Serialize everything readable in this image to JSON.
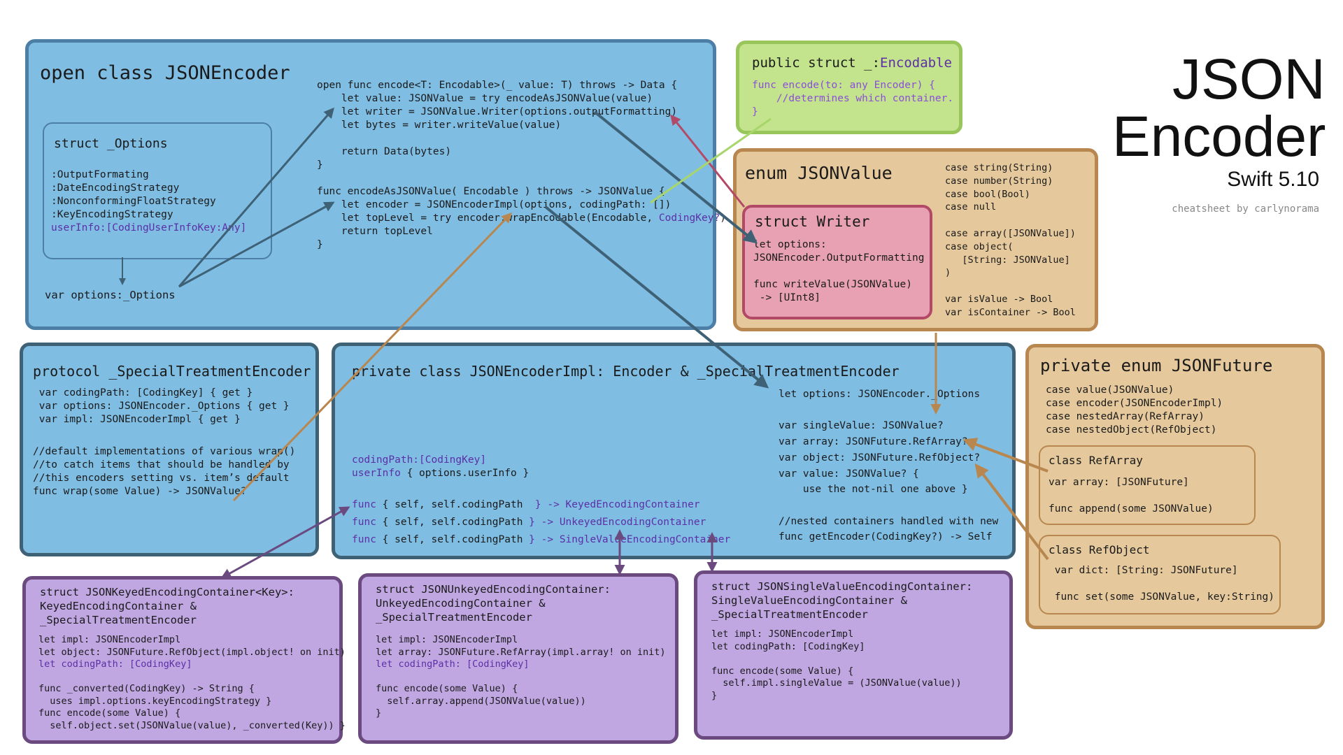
{
  "header": {
    "title_line1": "JSON",
    "title_line2": "Encoder",
    "version": "Swift 5.10",
    "credit": "cheatsheet by carlynorama"
  },
  "json_encoder": {
    "title": "open class JSONEncoder",
    "encode_func": "open func encode<T: Encodable>(_ value: T) throws -> Data {\n    let value: JSONValue = try encodeAsJSONValue(value)\n    let writer = JSONValue.Writer(options.outputFormatting)\n    let bytes = writer.writeValue(value)\n\n    return Data(bytes)\n}",
    "encode_as_func_open": "func encodeAsJSONValue( Encodable ) throws -> JSONValue {\n    let encoder = JSONEncoderImpl(options, codingPath: [])\n    let topLevel = try encoder.wrapEncodable(Encodable, ",
    "encode_as_func_codingkey": "CodingKey?",
    "encode_as_func_close": ")\n    return topLevel\n}",
    "options_struct_title": "struct _Options",
    "options_items": ":OutputFormating\n:DateEncodingStrategy\n:NonconformingFloatStrategy\n:KeyEncodingStrategy",
    "options_userinfo": "userInfo:[CodingUserInfoKey:Any]",
    "options_var": "var options:_Options"
  },
  "encodable": {
    "title_prefix": "public struct _:",
    "title_suffix": "Encodable",
    "body": "func encode(to: any Encoder) {\n    //determines which container.\n}"
  },
  "json_value": {
    "title": "enum JSONValue",
    "cases": "case string(String)\ncase number(String)\ncase bool(Bool)\ncase null\n\ncase array([JSONValue])\ncase object(\n   [String: JSONValue]\n)\n\nvar isValue -> Bool\nvar isContainer -> Bool",
    "writer_title": "struct Writer",
    "writer_body": "let options:\nJSONEncoder.OutputFormatting\n\nfunc writeValue(JSONValue)\n -> [UInt8]"
  },
  "special_protocol": {
    "title": "protocol _SpecialTreatmentEncoder",
    "vars": " var codingPath: [CodingKey] { get }\n var options: JSONEncoder._Options { get }\n var impl: JSONEncoderImpl { get }",
    "comment": "//default implementations of various wrap()\n//to catch items that should be handled by\n//this encoders setting vs. item’s default\nfunc wrap(some Value) -> JSONValue?"
  },
  "encoder_impl": {
    "title": "private class JSONEncoderImpl: Encoder & _SpecialTreatmentEncoder",
    "codingpath": "codingPath:[CodingKey]",
    "userinfo_kw": "userInfo",
    "userinfo_rest": " { options.userInfo }",
    "func_kw": "func",
    "func1_mid": " { self, self.codingPath  ",
    "func1_ret": "} -> KeyedEncodingContainer",
    "func2_mid": " { self, self.codingPath ",
    "func2_ret": "} -> UnkeyedEncodingContainer",
    "func3_mid": " { self, self.codingPath ",
    "func3_ret": "} -> SingleValueEncodingContainer",
    "right_col": "let options: JSONEncoder._Options\n\nvar singleValue: JSONValue?\nvar array: JSONFuture.RefArray?\nvar object: JSONFuture.RefObject?\nvar value: JSONValue? {\n    use the not-nil one above }\n\n//nested containers handled with new\nfunc getEncoder(CodingKey?) -> Self"
  },
  "json_future": {
    "title": "private enum JSONFuture",
    "cases": "case value(JSONValue)\ncase encoder(JSONEncoderImpl)\ncase nestedArray(RefArray)\ncase nestedObject(RefObject)",
    "ref_array_title": "class RefArray",
    "ref_array_body": "var array: [JSONFuture]\n\nfunc append(some JSONValue)",
    "ref_object_title": "class RefObject",
    "ref_object_body": " var dict: [String: JSONFuture]\n\n func set(some JSONValue, key:String)"
  },
  "keyed_container": {
    "title": "struct JSONKeyedEncodingContainer<Key>:\nKeyedEncodingContainer &\n_SpecialTreatmentEncoder",
    "body_top": "let impl: JSONEncoderImpl\nlet object: JSONFuture.RefObject(impl.object! on init)",
    "body_kw": "let codingPath: [CodingKey]",
    "body_bottom": "func _converted(CodingKey) -> String {\n  uses impl.options.keyEncodingStrategy }\nfunc encode(some Value) {\n  self.object.set(JSONValue(value), _converted(Key)) }"
  },
  "unkeyed_container": {
    "title": "struct JSONUnkeyedEncodingContainer:\nUnkeyedEncodingContainer &\n_SpecialTreatmentEncoder",
    "body_top": "let impl: JSONEncoderImpl\nlet array: JSONFuture.RefArray(impl.array! on init)",
    "body_kw": "let codingPath: [CodingKey]",
    "body_bottom": "func encode(some Value) {\n  self.array.append(JSONValue(value))\n}"
  },
  "single_container": {
    "title": "struct JSONSingleValueEncodingContainer:\nSingleValueEncodingContainer &\n_SpecialTreatmentEncoder",
    "body": "let impl: JSONEncoderImpl\nlet codingPath: [CodingKey]\n\nfunc encode(some Value) {\n  self.impl.singleValue = (JSONValue(value))\n}"
  },
  "colors": {
    "box_blue": "#7fbde3",
    "box_green": "#c3e38d",
    "box_tan": "#e5c99c",
    "box_pink": "#e7a1b2",
    "box_purple": "#c0a7e2",
    "keyword_purple": "#5c2fa6",
    "arrow_slate": "#3f6176",
    "arrow_tan": "#b8874f",
    "arrow_green": "#a9d66a",
    "arrow_red": "#b24a67",
    "arrow_purple": "#6b4a80"
  }
}
